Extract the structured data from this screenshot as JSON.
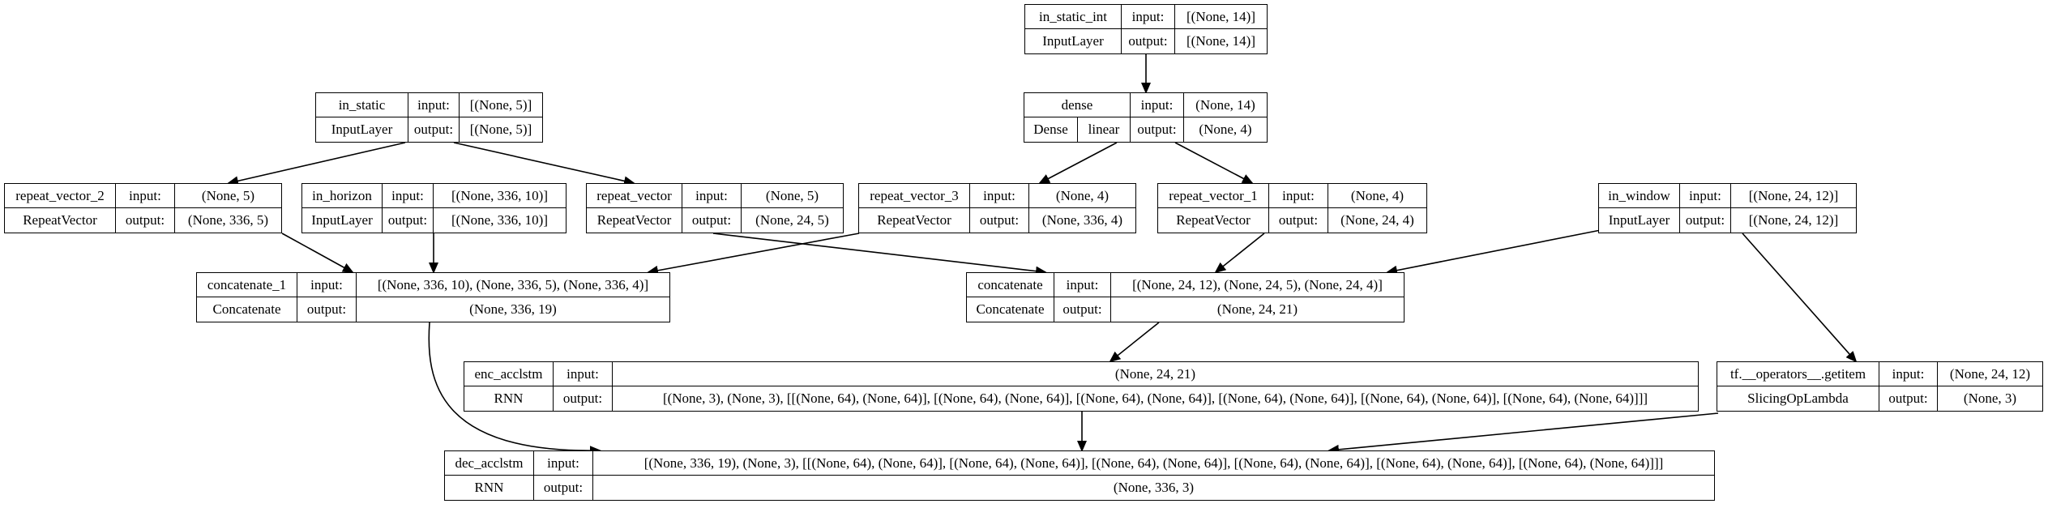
{
  "labels": {
    "input": "input:",
    "output": "output:"
  },
  "nodes": {
    "in_static_int": {
      "name": "in_static_int",
      "type": "InputLayer",
      "input": "[(None, 14)]",
      "output": "[(None, 14)]"
    },
    "dense": {
      "name": "dense",
      "type": "Dense",
      "activation": "linear",
      "input": "(None, 14)",
      "output": "(None, 4)"
    },
    "in_static": {
      "name": "in_static",
      "type": "InputLayer",
      "input": "[(None, 5)]",
      "output": "[(None, 5)]"
    },
    "repeat_vector_2": {
      "name": "repeat_vector_2",
      "type": "RepeatVector",
      "input": "(None, 5)",
      "output": "(None, 336, 5)"
    },
    "in_horizon": {
      "name": "in_horizon",
      "type": "InputLayer",
      "input": "[(None, 336, 10)]",
      "output": "[(None, 336, 10)]"
    },
    "repeat_vector": {
      "name": "repeat_vector",
      "type": "RepeatVector",
      "input": "(None, 5)",
      "output": "(None, 24, 5)"
    },
    "repeat_vector_3": {
      "name": "repeat_vector_3",
      "type": "RepeatVector",
      "input": "(None, 4)",
      "output": "(None, 336, 4)"
    },
    "repeat_vector_1": {
      "name": "repeat_vector_1",
      "type": "RepeatVector",
      "input": "(None, 4)",
      "output": "(None, 24, 4)"
    },
    "in_window": {
      "name": "in_window",
      "type": "InputLayer",
      "input": "[(None, 24, 12)]",
      "output": "[(None, 24, 12)]"
    },
    "concatenate_1": {
      "name": "concatenate_1",
      "type": "Concatenate",
      "input": "[(None, 336, 10), (None, 336, 5), (None, 336, 4)]",
      "output": "(None, 336, 19)"
    },
    "concatenate": {
      "name": "concatenate",
      "type": "Concatenate",
      "input": "[(None, 24, 12), (None, 24, 5), (None, 24, 4)]",
      "output": "(None, 24, 21)"
    },
    "enc_acclstm": {
      "name": "enc_acclstm",
      "type": "RNN",
      "input": "(None, 24, 21)",
      "output": "[(None, 3), (None, 3), [[(None, 64), (None, 64)], [(None, 64), (None, 64)], [(None, 64), (None, 64)], [(None, 64), (None, 64)], [(None, 64), (None, 64)], [(None, 64), (None, 64)]]]"
    },
    "getitem": {
      "name": "tf.__operators__.getitem",
      "type": "SlicingOpLambda",
      "input": "(None, 24, 12)",
      "output": "(None, 3)"
    },
    "dec_acclstm": {
      "name": "dec_acclstm",
      "type": "RNN",
      "input": "[(None, 336, 19), (None, 3), [[(None, 64), (None, 64)], [(None, 64), (None, 64)], [(None, 64), (None, 64)], [(None, 64), (None, 64)], [(None, 64), (None, 64)], [(None, 64), (None, 64)]]]",
      "output": "(None, 336, 3)"
    }
  },
  "edges": [
    [
      "in_static_int",
      "dense"
    ],
    [
      "dense",
      "repeat_vector_3"
    ],
    [
      "dense",
      "repeat_vector_1"
    ],
    [
      "in_static",
      "repeat_vector_2"
    ],
    [
      "in_static",
      "repeat_vector"
    ],
    [
      "repeat_vector_2",
      "concatenate_1"
    ],
    [
      "in_horizon",
      "concatenate_1"
    ],
    [
      "repeat_vector_3",
      "concatenate_1"
    ],
    [
      "repeat_vector",
      "concatenate"
    ],
    [
      "repeat_vector_1",
      "concatenate"
    ],
    [
      "in_window",
      "concatenate"
    ],
    [
      "in_window",
      "getitem"
    ],
    [
      "concatenate",
      "enc_acclstm"
    ],
    [
      "concatenate_1",
      "dec_acclstm"
    ],
    [
      "enc_acclstm",
      "dec_acclstm"
    ],
    [
      "getitem",
      "dec_acclstm"
    ]
  ]
}
